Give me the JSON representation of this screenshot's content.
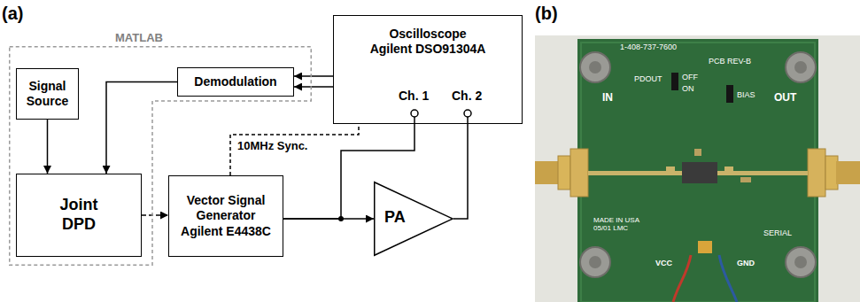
{
  "diagram": {
    "nodes": [
      {
        "text": [
          "MATLAB"
        ]
      },
      {
        "text": [
          "Signal Source"
        ],
        "in": 0
      },
      {
        "text": [
          "Demodulation"
        ],
        "in": 0
      },
      {
        "text": [
          "Oscilloscope",
          "Agilent DSO91304A"
        ]
      },
      {
        "text": [
          "Joint DPD"
        ],
        "in": 0
      },
      {
        "text": [
          "Vector Signal Generator",
          "Agilent E4438C"
        ]
      },
      {
        "text": [
          "PA"
        ]
      }
    ],
    "edges": [
      {
        "from": 1,
        "to": 4,
        "arrow": "to"
      },
      {
        "from": 2,
        "to": 4,
        "arrow": "to"
      },
      {
        "from": 3,
        "to": 2,
        "arrow": "to"
      },
      {
        "from": 3,
        "to": 2,
        "arrow": "to"
      },
      {
        "from": 4,
        "to": 5,
        "arrow": "to"
      },
      {
        "from": 5,
        "to": 6,
        "arrow": "to"
      },
      {
        "from": 5,
        "to": 3,
        "arrow": "none"
      },
      {
        "from": 6,
        "to": 3,
        "arrow": "none"
      },
      {
        "from": 5,
        "to": 3,
        "arrow": "none",
        "label": "10MHz Sync."
      }
    ],
    "labels": [
      "(a)",
      "(b)",
      "Ch. 1",
      "Ch. 2",
      "1-408-737-7600",
      "PCB REV-B",
      "PDOUT",
      "OFF",
      "ON",
      "BIAS",
      "IN",
      "OUT",
      "MADE IN USA 05/01 LMC",
      "VCC",
      "GND",
      "SERIAL"
    ]
  }
}
